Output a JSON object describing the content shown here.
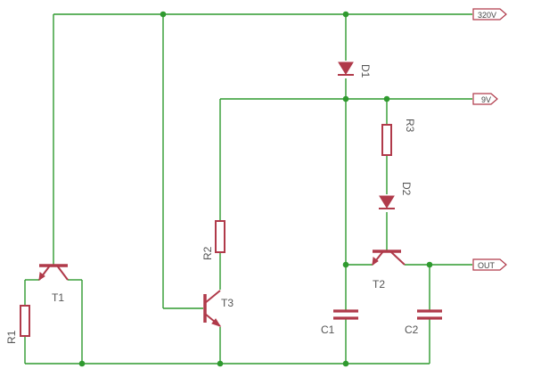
{
  "ports": {
    "v320": "320V",
    "v9": "9V",
    "out": "OUT"
  },
  "components": {
    "T1": "T1",
    "T2": "T2",
    "T3": "T3",
    "R1": "R1",
    "R2": "R2",
    "R3": "R3",
    "D1": "D1",
    "D2": "D2",
    "C1": "C1",
    "C2": "C2"
  },
  "colors": {
    "wire": "#2f9a2f",
    "component": "#b03a4a",
    "label": "#555555"
  }
}
